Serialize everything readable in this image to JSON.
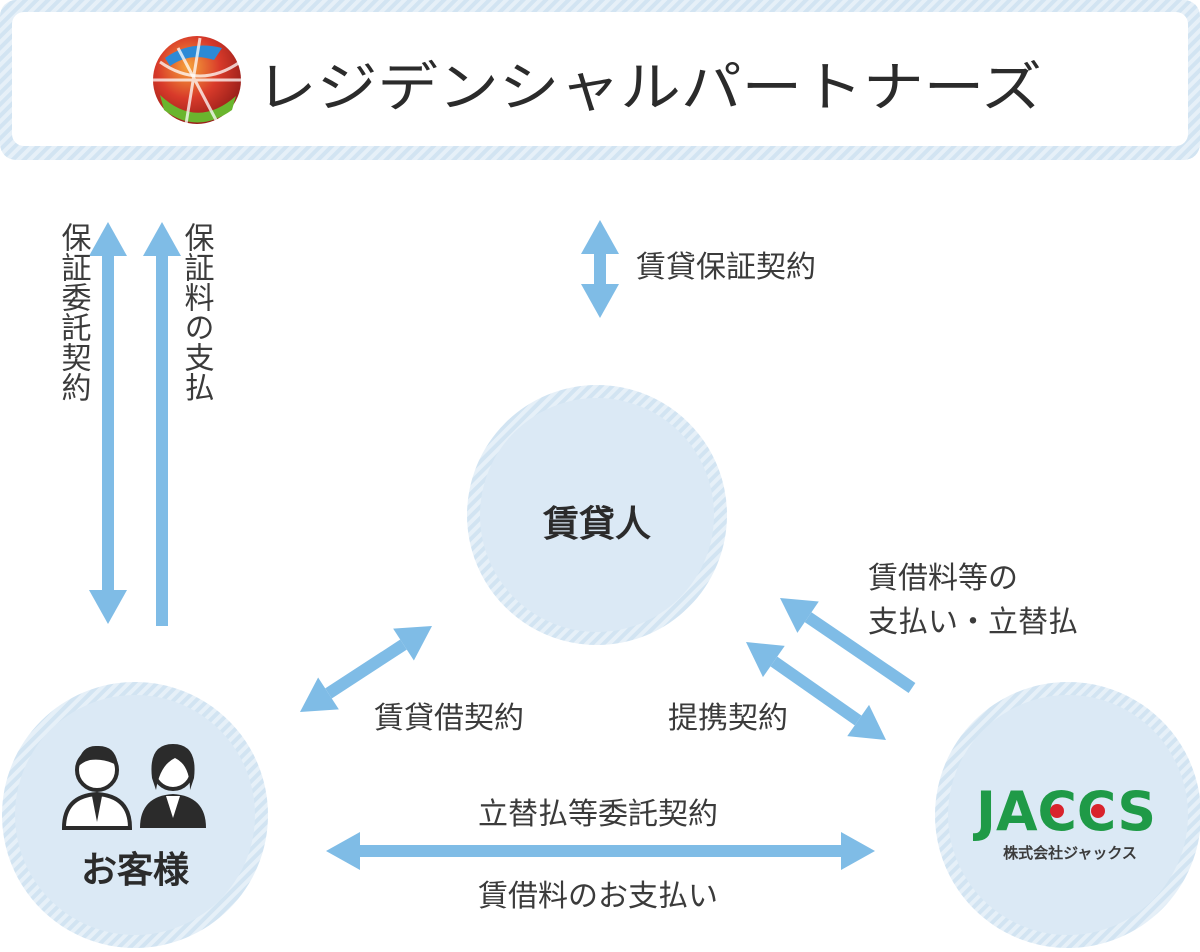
{
  "header": {
    "company_name": "レジデンシャルパートナーズ"
  },
  "colors": {
    "arrow": "#7fbce6",
    "circle_fill": "#dbe9f5",
    "header_border": "#d9e8f4",
    "jaccs_green": "#1f9a47",
    "jaccs_red": "#d9232c"
  },
  "nodes": {
    "landlord": {
      "label": "賃貸人"
    },
    "customer": {
      "label": "お客様",
      "icon": "customers-icon"
    },
    "jaccs": {
      "logo_text": "JACCS",
      "subtitle": "株式会社ジャックス"
    }
  },
  "relations": {
    "guarantee_consignment": "保証委託契約",
    "guarantee_fee_payment": "保証料の支払",
    "rent_guarantee_contract": "賃貸保証契約",
    "lease_contract": "賃貸借契約",
    "partnership_contract": "提携契約",
    "rent_payment_line1": "賃借料等の",
    "rent_payment_line2": "支払い・立替払",
    "advance_payment_contract": "立替払等委託契約",
    "rent_fee_payment": "賃借料のお支払い"
  }
}
